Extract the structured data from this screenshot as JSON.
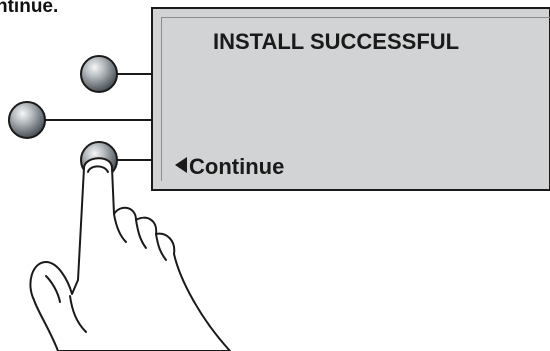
{
  "instruction": {
    "prefix": "ntinue",
    "suffix": "."
  },
  "display": {
    "title": "INSTALL SUCCESSFUL",
    "softkey_label": "Continue"
  },
  "icons": {
    "softkey_arrow": "left-triangle-icon",
    "hand": "pointing-hand-icon",
    "buttons": "round-softkey-button-icon"
  },
  "colors": {
    "screen": "#d1d3d4",
    "frame": "#1a1a1a",
    "button_light": "#eef0f2",
    "button_dark": "#4b5258"
  }
}
